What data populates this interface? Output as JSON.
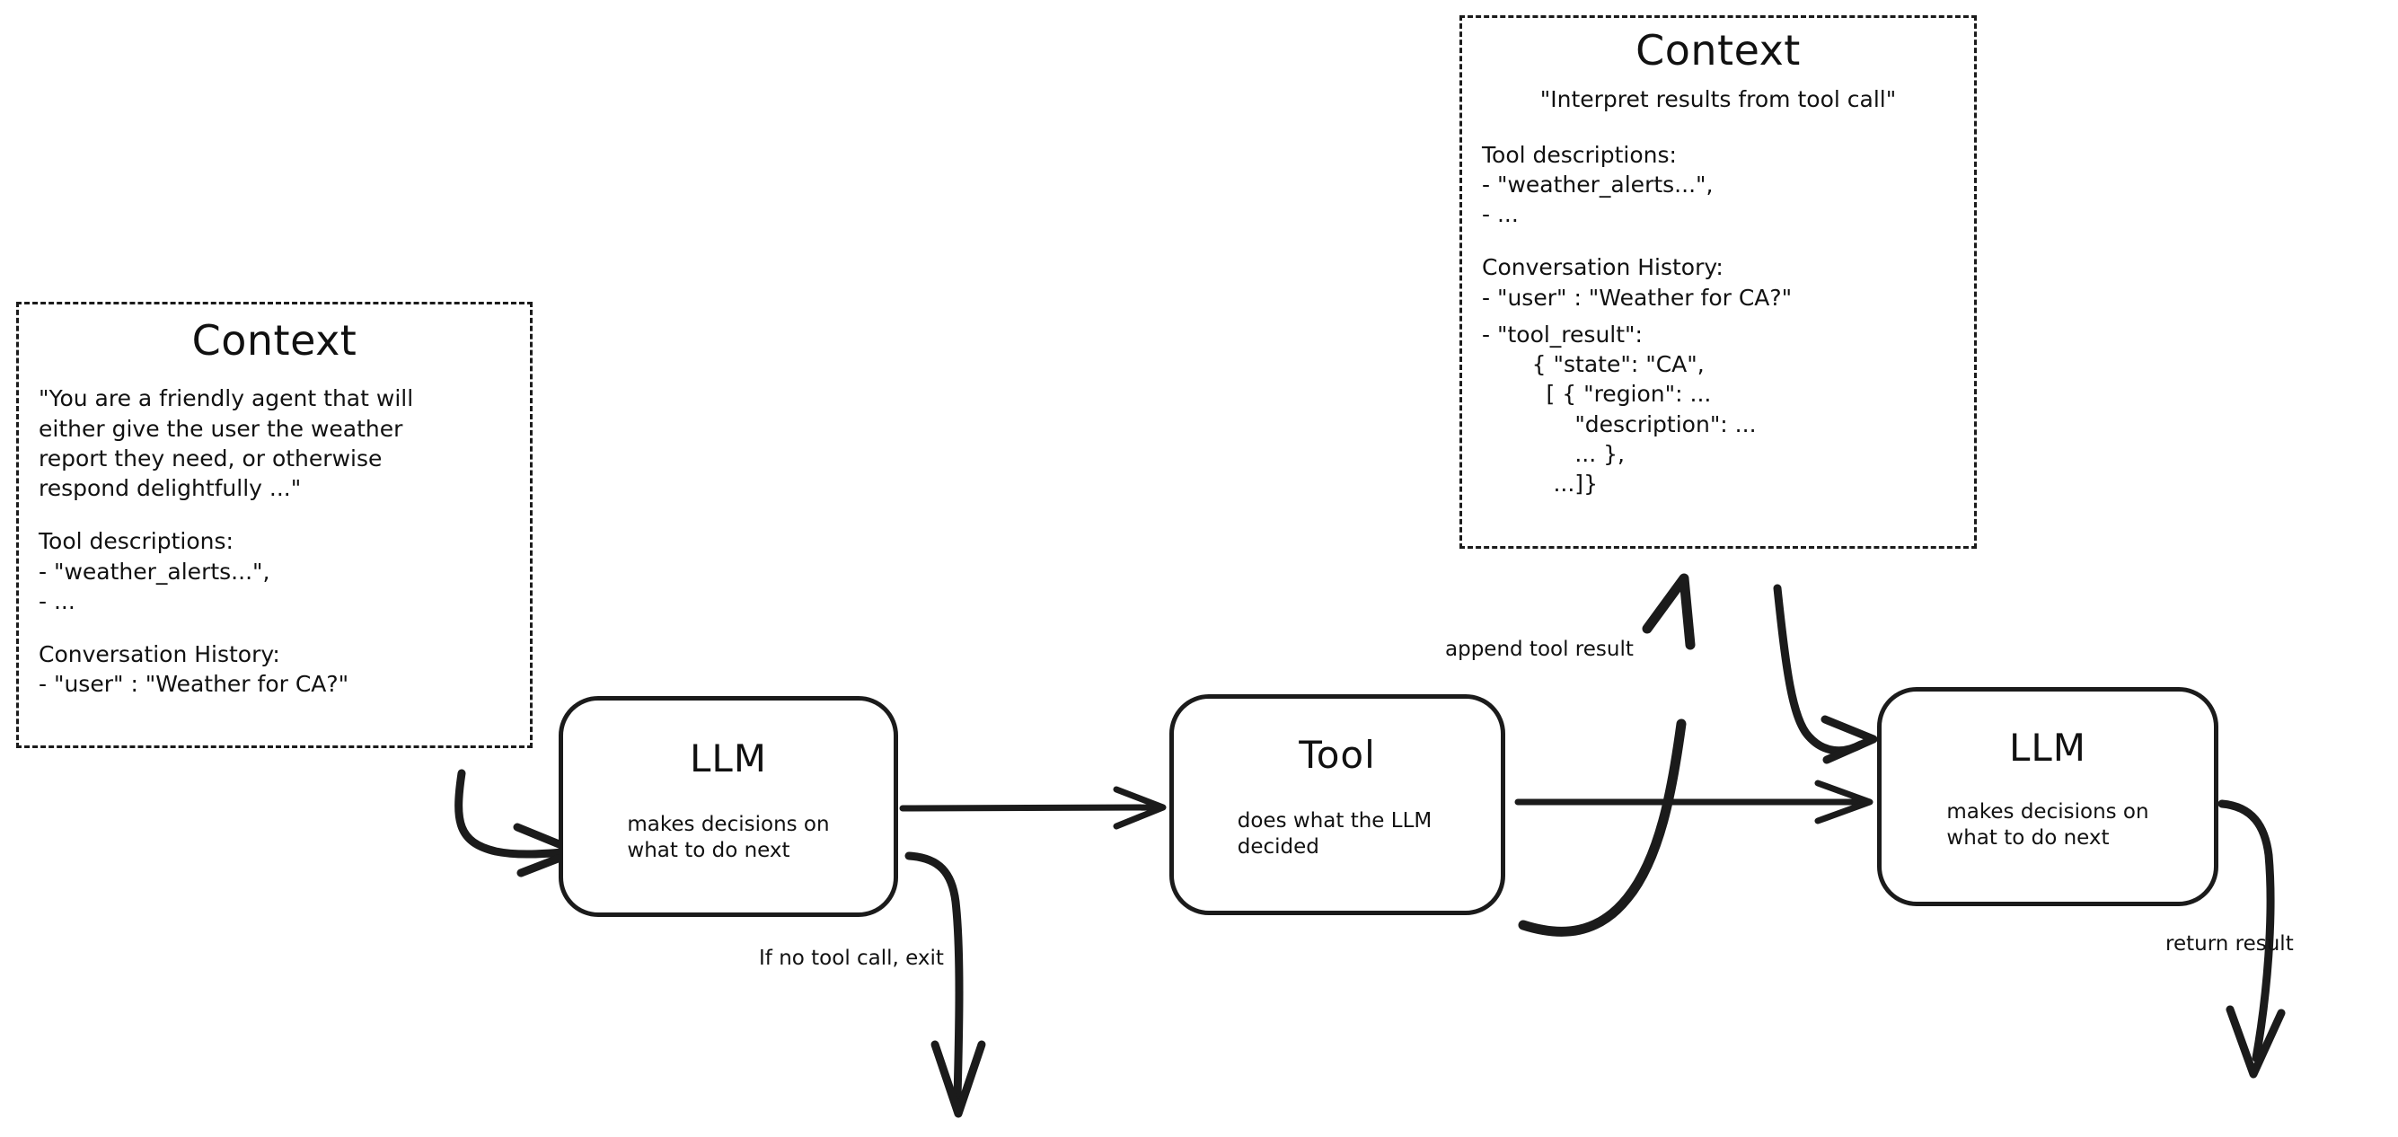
{
  "diagram": {
    "title": "Agent loop with LLM, Tool and Context",
    "stroke_color": "#1b1b1b",
    "background_color": "#ffffff"
  },
  "context_left": {
    "title": "Context",
    "system_prompt": "\"You are a friendly agent that will\neither give the user the weather\nreport they need, or otherwise\nrespond delightfully ...\"",
    "tool_descriptions": "Tool descriptions:\n- \"weather_alerts...\",\n- ...",
    "conversation_history": "Conversation History:\n- \"user\" : \"Weather for CA?\""
  },
  "context_right": {
    "title": "Context",
    "system_prompt": "\"Interpret results from tool call\"",
    "tool_descriptions": "Tool descriptions:\n- \"weather_alerts...\",\n- ...",
    "conversation_history": "Conversation History:\n- \"user\" : \"Weather for CA?\"",
    "tool_result": "- \"tool_result\":\n       { \"state\": \"CA\",\n         [ { \"region\": ...\n             \"description\": ...\n             ... },\n          ...]}"
  },
  "nodes": {
    "llm_first": {
      "title": "LLM",
      "subtitle": "makes decisions on\nwhat to do next"
    },
    "tool": {
      "title": "Tool",
      "subtitle": "does what the LLM\ndecided"
    },
    "llm_second": {
      "title": "LLM",
      "subtitle": "makes decisions on\nwhat to do next"
    }
  },
  "edges": {
    "append_tool_result": "append tool result",
    "if_no_tool_call_exit": "If no tool call, exit",
    "return_result": "return result"
  }
}
